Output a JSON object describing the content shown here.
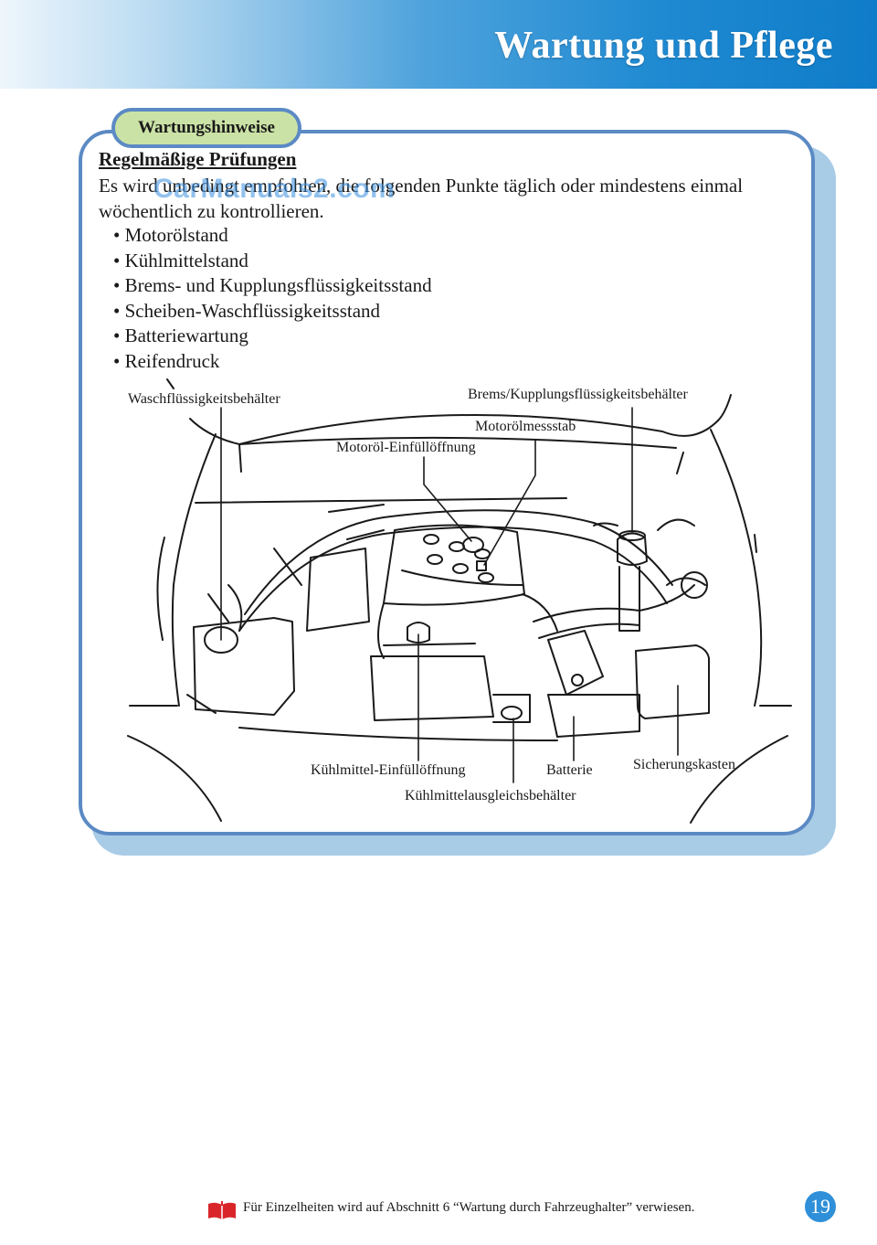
{
  "header": {
    "title": "Wartung und Pflege"
  },
  "panel": {
    "tab_label": "Wartungshinweise",
    "section_title": "Regelmäßige Prüfungen",
    "intro": "Es wird unbedingt empfohlen, die folgenden Punkte täglich oder mindestens einmal wöchentlich zu kontrollieren.",
    "checks": [
      "• Motorölstand",
      "• Kühlmittelstand",
      "• Brems- und Kupplungsflüssigkeitsstand",
      "• Scheiben-Waschflüssigkeitsstand",
      "• Batteriewartung",
      "• Reifendruck"
    ]
  },
  "watermark": "CarManuals2.com",
  "diagram": {
    "labels": {
      "washer_reservoir": "Waschflüssigkeitsbehälter",
      "brake_clutch_reservoir": "Brems/Kupplungsflüssigkeitsbehälter",
      "oil_dipstick": "Motorölmessstab",
      "oil_filler": "Motoröl-Einfüllöffnung",
      "coolant_filler": "Kühlmittel-Einfüllöffnung",
      "battery": "Batterie",
      "fuse_box": "Sicherungskasten",
      "coolant_expansion_tank": "Kühlmittelausgleichsbehälter"
    }
  },
  "footer": {
    "note": "Für Einzelheiten wird auf Abschnitt 6 “Wartung durch Fahrzeughalter” verwiesen.",
    "page_number": "19",
    "book_icon_color": "#d9252a"
  }
}
